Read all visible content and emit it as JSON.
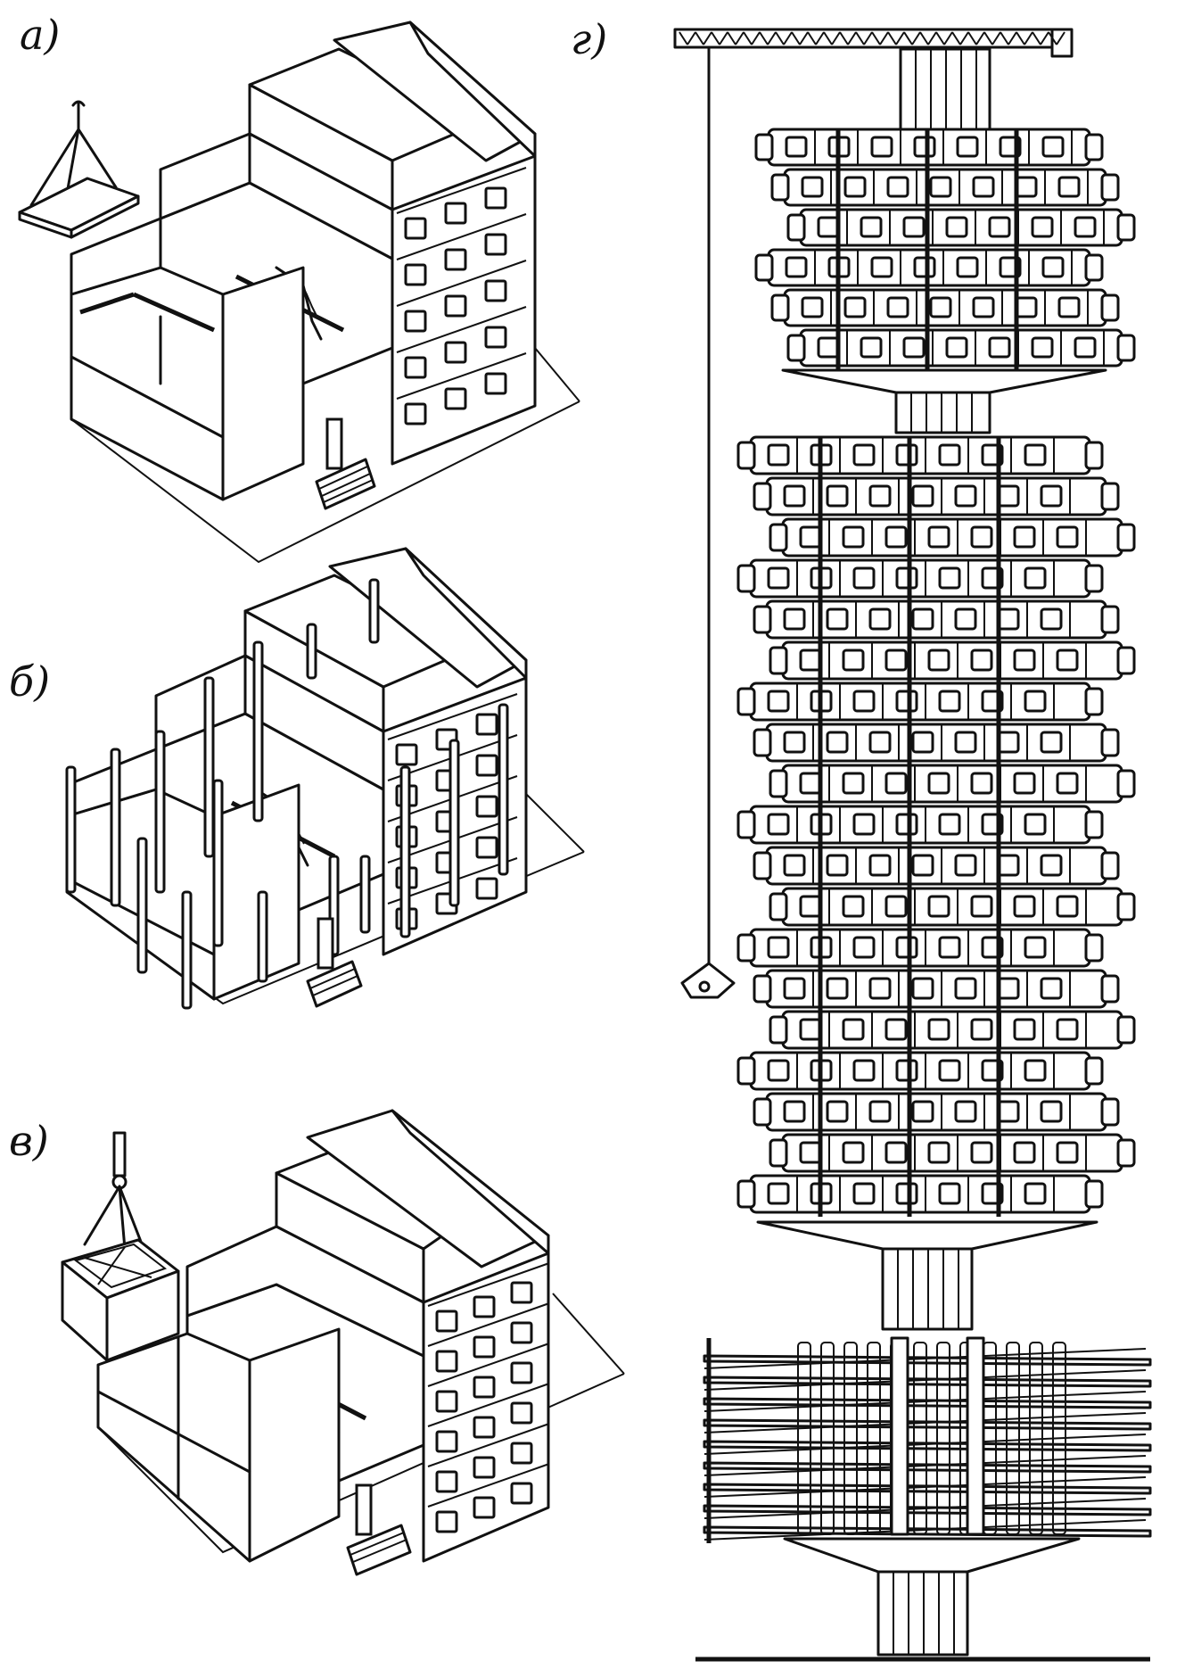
{
  "figure": {
    "labels": {
      "a": "а)",
      "b": "б)",
      "v": "в)",
      "g": "г)"
    },
    "panels": [
      {
        "id": "a",
        "description_name": "panel-a-panel-building"
      },
      {
        "id": "b",
        "description_name": "panel-b-frame-building"
      },
      {
        "id": "v",
        "description_name": "panel-v-volumetric-block-building"
      },
      {
        "id": "g",
        "description_name": "panel-g-core-tower-with-crane"
      }
    ]
  }
}
